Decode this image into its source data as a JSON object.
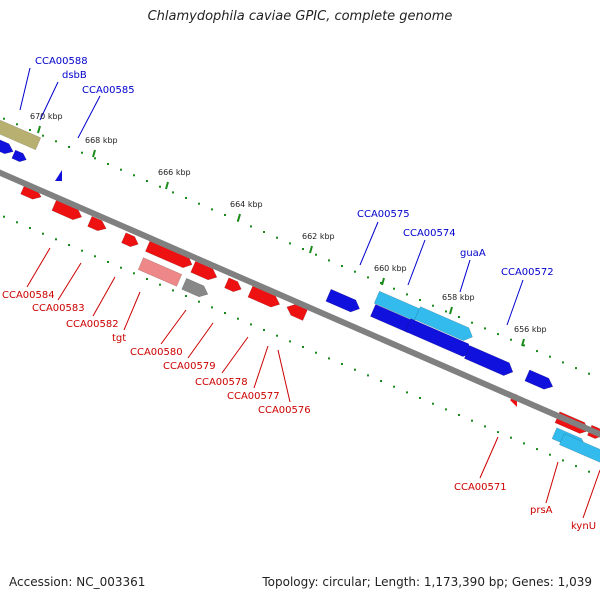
{
  "title": "Chlamydophila caviae GPIC, complete genome",
  "footer": {
    "accession": "Accession: NC_003361",
    "stats": "Topology: circular; Length: 1,173,390 bp; Genes: 1,039"
  },
  "colors": {
    "backbone": "#808080",
    "forward_gene": "#1111dd",
    "reverse_gene": "#ee1111",
    "cyan_gene": "#33bbee",
    "olive_gene": "#b8b070",
    "pink_gene": "#ee8888",
    "gray_gene": "#888888",
    "tick_dots": "#1a8a1a",
    "label_forward": "#0000cc",
    "label_reverse": "#cc0000"
  },
  "ticks": [
    "670 kbp",
    "668 kbp",
    "666 kbp",
    "664 kbp",
    "662 kbp",
    "660 kbp",
    "658 kbp",
    "656 kbp"
  ],
  "labels": {
    "forward": [
      "CCA00588",
      "dsbB",
      "CCA00585",
      "CCA00575",
      "CCA00574",
      "guaA",
      "CCA00572"
    ],
    "reverse": [
      "CCA00584",
      "CCA00583",
      "CCA00582",
      "tgt",
      "CCA00580",
      "CCA00579",
      "CCA00578",
      "CCA00577",
      "CCA00576",
      "CCA00571",
      "prsA",
      "kynU"
    ]
  }
}
